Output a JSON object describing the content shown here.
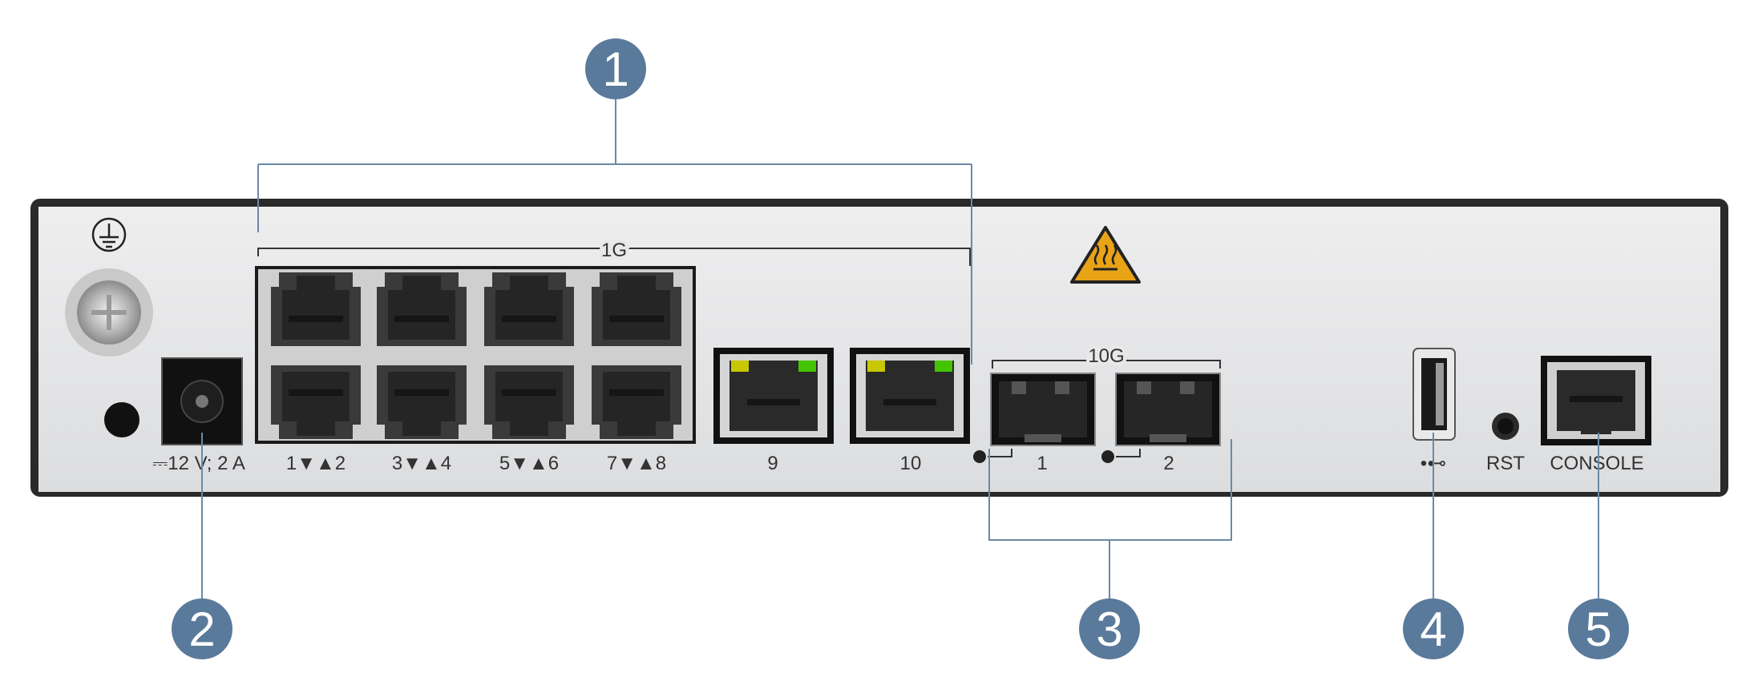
{
  "labels": {
    "group_1g": "1G",
    "group_10g": "10G",
    "power": "⎓12 V; 2 A",
    "ports_1_2": "1▼▲2",
    "ports_3_4": "3▼▲4",
    "ports_5_6": "5▼▲6",
    "ports_7_8": "7▼▲8",
    "port_9": "9",
    "port_10": "10",
    "sfp_1": "1",
    "sfp_2": "2",
    "usb": "•⊷",
    "rst": "RST",
    "console": "CONSOLE"
  },
  "callouts": {
    "c1": "1",
    "c2": "2",
    "c3": "3",
    "c4": "4",
    "c5": "5"
  },
  "icons": [
    "ground-symbol-icon",
    "hot-surface-warning-icon",
    "usb-icon"
  ],
  "colors": {
    "callout": "#5a7a9b",
    "leader": "#6b8aa6",
    "panel": "#e6e7e8",
    "chassis": "#2a2a2a",
    "warning": "#e8a317",
    "led_yellow": "#c8c800",
    "led_green": "#44c400"
  }
}
